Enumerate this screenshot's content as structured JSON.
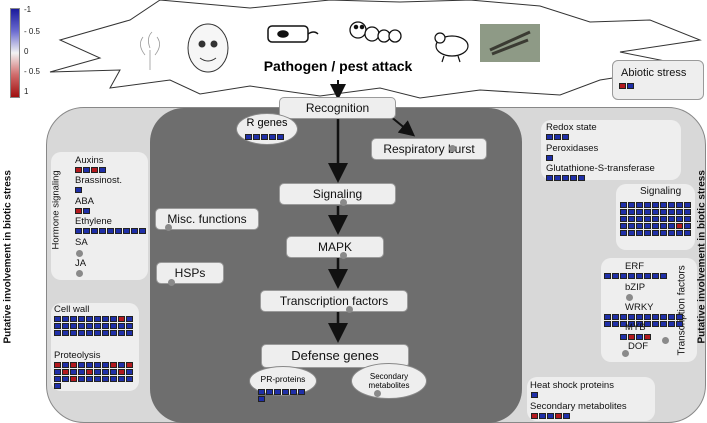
{
  "legend": {
    "ticks": [
      "-1",
      "- 0.5",
      "0",
      "- 0.5",
      "1"
    ]
  },
  "title": "Pathogen / pest attack",
  "abiotic_stress": "Abiotic stress",
  "side_left": "Putative involvement in biotic stress",
  "side_right": "Putative involvement in biotic stress",
  "hormone_signaling": {
    "title": "Hormone signaling",
    "items": [
      "Auxins",
      "Brassinost.",
      "ABA",
      "Ethylene",
      "SA",
      "JA"
    ]
  },
  "cell_wall": "Cell wall",
  "proteolysis": "Proteolysis",
  "misc_functions": "Misc. functions",
  "hsps": "HSPs",
  "recognition": "Recognition",
  "r_genes": "R genes",
  "respiratory_burst": "Respiratory burst",
  "signaling_center": "Signaling",
  "mapk": "MAPK",
  "transcription_factors_center": "Transcription factors",
  "defense_genes": "Defense genes",
  "pr_proteins": "PR-proteins",
  "secondary_metabolites_center": "Secondary metabolites",
  "redox": {
    "items": [
      "Redox state",
      "Peroxidases",
      "Glutathione-S-transferase"
    ]
  },
  "signaling_right": "Signaling",
  "tf_right": {
    "title": "Transcription factors",
    "items": [
      "ERF",
      "bZIP",
      "WRKY",
      "MYB",
      "DOF"
    ]
  },
  "heat_shock_proteins": "Heat shock proteins",
  "secondary_metabolites_right": "Secondary metabolites",
  "colors": {
    "down": "#1f2fa8",
    "up": "#b2191e",
    "panel": "#eeeeee",
    "core": "#6e6e6e"
  }
}
